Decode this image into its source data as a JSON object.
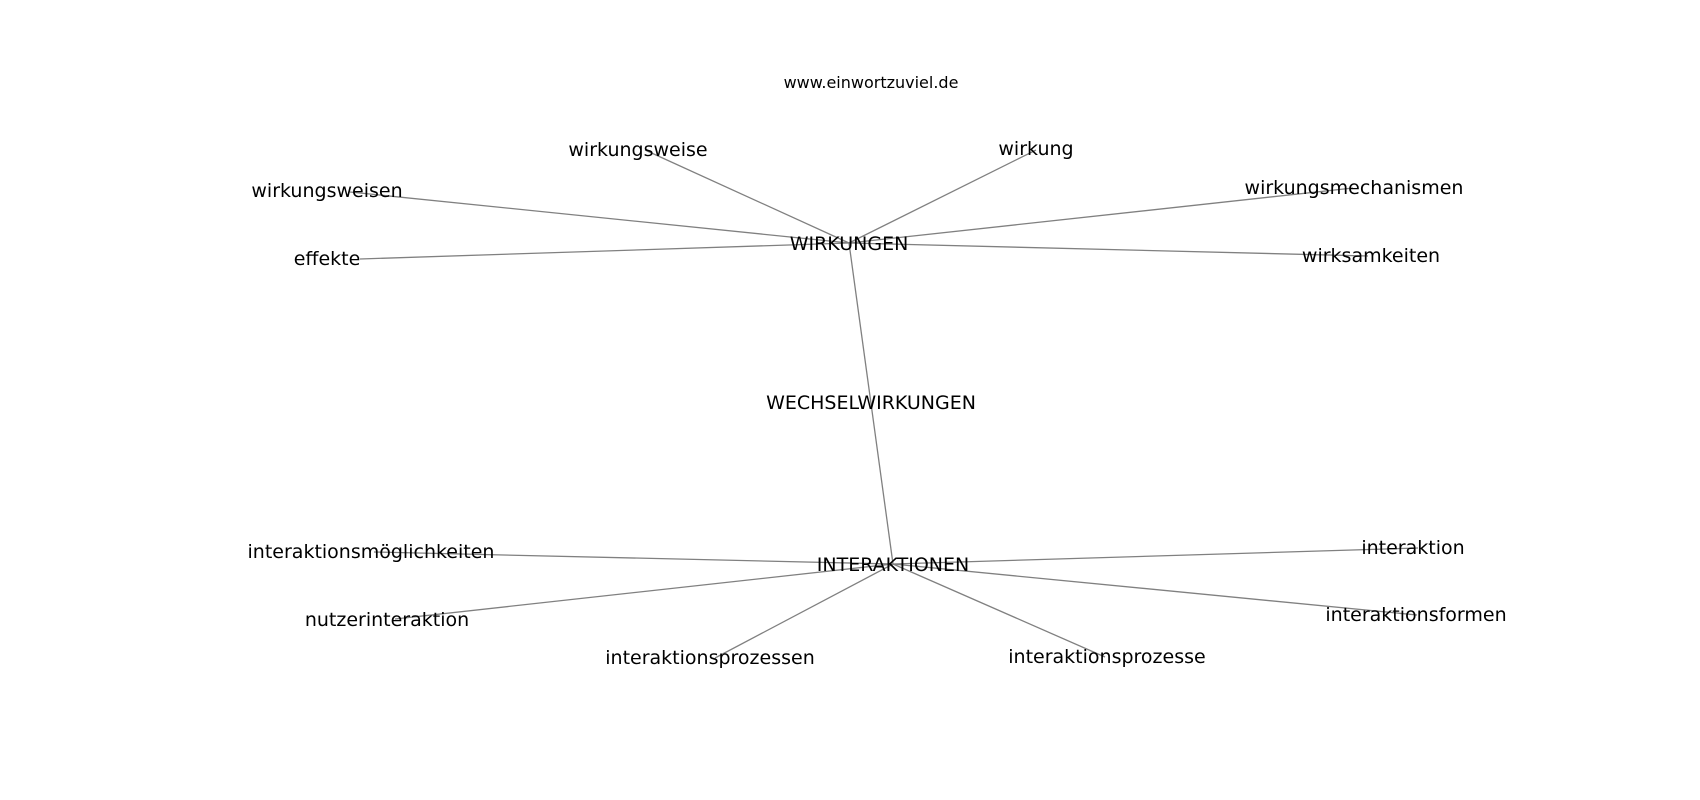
{
  "header": {
    "site": "www.einwortzuviel.de"
  },
  "graph": {
    "nodes": {
      "wirkungen": "WIRKUNGEN",
      "wechselwirkungen": "WECHSELWIRKUNGEN",
      "interaktionen": "INTERAKTIONEN",
      "wirkungsweise": "wirkungsweise",
      "wirkung": "wirkung",
      "wirkungsweisen": "wirkungsweisen",
      "wirkungsmechanismen": "wirkungsmechanismen",
      "effekte": "effekte",
      "wirksamkeiten": "wirksamkeiten",
      "interaktionsmoeglichkeiten": "interaktionsmöglichkeiten",
      "interaktion": "interaktion",
      "nutzerinteraktion": "nutzerinteraktion",
      "interaktionsformen": "interaktionsformen",
      "interaktionsprozessen": "interaktionsprozessen",
      "interaktionsprozesse": "interaktionsprozesse"
    },
    "edges": [
      [
        "wirkungen",
        "wirkungsweise"
      ],
      [
        "wirkungen",
        "wirkung"
      ],
      [
        "wirkungen",
        "wirkungsweisen"
      ],
      [
        "wirkungen",
        "wirkungsmechanismen"
      ],
      [
        "wirkungen",
        "effekte"
      ],
      [
        "wirkungen",
        "wirksamkeiten"
      ],
      [
        "wirkungen",
        "interaktionen"
      ],
      [
        "interaktionen",
        "interaktionsmoeglichkeiten"
      ],
      [
        "interaktionen",
        "interaktion"
      ],
      [
        "interaktionen",
        "nutzerinteraktion"
      ],
      [
        "interaktionen",
        "interaktionsformen"
      ],
      [
        "interaktionen",
        "interaktionsprozessen"
      ],
      [
        "interaktionen",
        "interaktionsprozesse"
      ]
    ]
  }
}
